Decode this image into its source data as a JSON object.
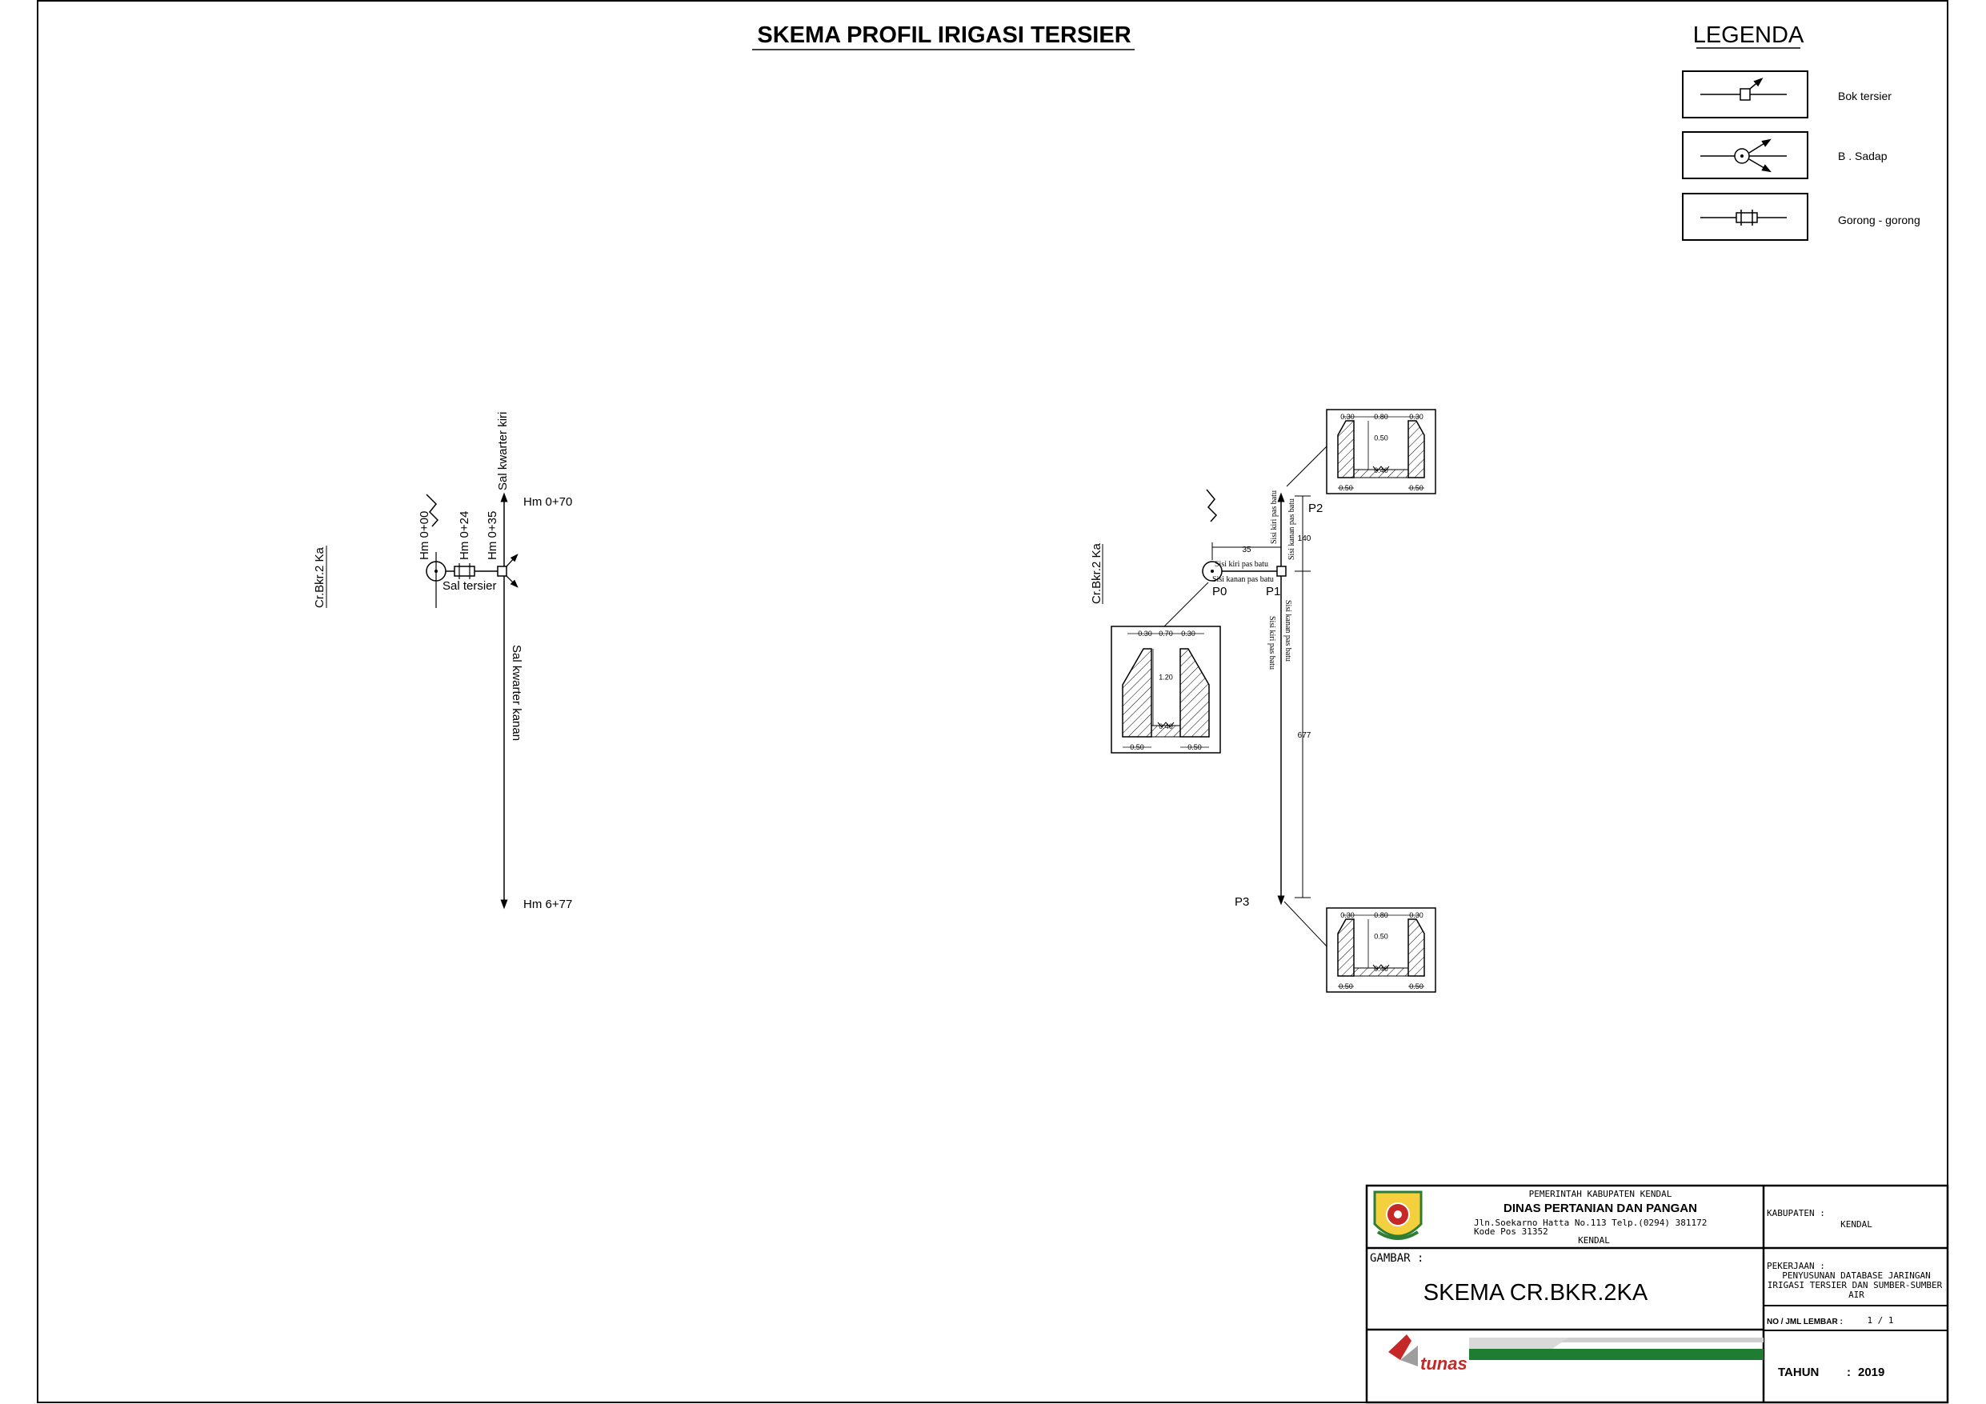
{
  "title": "SKEMA PROFIL IRIGASI TERSIER",
  "legend": {
    "heading": "LEGENDA",
    "items": [
      {
        "label": "Bok tersier",
        "icon": "bok-tersier-icon"
      },
      {
        "label": "B . Sadap",
        "icon": "b-sadap-icon"
      },
      {
        "label": "Gorong - gorong",
        "icon": "gorong-icon"
      }
    ]
  },
  "left_schema": {
    "channel": "Cr.Bkr.2 Ka",
    "sal_tersier": "Sal tersier",
    "sal_kwarter_kiri": "Sal kwarter kiri",
    "sal_kwarter_kanan": "Sal kwarter kanan",
    "hm": [
      "Hm 0+00",
      "Hm 0+24",
      "Hm 0+35"
    ],
    "hm_top": "Hm 0+70",
    "hm_bottom": "Hm 6+77"
  },
  "right_schema": {
    "channel": "Cr.Bkr.2 Ka",
    "points": [
      "P0",
      "P1",
      "P2",
      "P3"
    ],
    "dim_35": "35",
    "dim_140": "140",
    "dim_677": "677",
    "notes": {
      "kiri_batu_1": "Sisi kiri pas batu",
      "kanan_batu_1": "Sisi kanan pas batu",
      "kiri_batu_v": "Sisi kiri pas batu",
      "kanan_batu_v": "Sisi kanan pas batu",
      "kanan_batu_v2": "Sisi kanan pas batu",
      "kiri_batu_v2": "Sisi kiri pas batu"
    },
    "sections": {
      "top": {
        "w_left": "0.30",
        "w_mid": "0.80",
        "w_right": "0.30",
        "h1": "0.50",
        "h2": "0.40",
        "b_left": "0.50",
        "b_right": "0.50"
      },
      "left": {
        "w_left": "0.30",
        "w_mid": "0.70",
        "w_right": "0.30",
        "h1": "1.20",
        "h2": "0.40",
        "b_left": "0.50",
        "b_right": "0.50"
      },
      "bottom": {
        "w_left": "0.30",
        "w_mid": "0.80",
        "w_right": "0.30",
        "h1": "0.50",
        "h2": "0.40",
        "b_left": "0.50",
        "b_right": "0.50"
      }
    }
  },
  "title_block": {
    "org_line1": "PEMERINTAH KABUPATEN KENDAL",
    "org_line2": "DINAS PERTANIAN DAN PANGAN",
    "org_line3": "Jln.Soekarno Hatta No.113 Telp.(0294) 381172",
    "org_line4": "Kode Pos 31352",
    "org_line5": "KENDAL",
    "gambar_label": "GAMBAR :",
    "gambar_value": "SKEMA CR.BKR.2KA",
    "kabupaten_label": "KABUPATEN :",
    "kabupaten_value": "KENDAL",
    "pekerjaan_label": "PEKERJAAN :",
    "pekerjaan_l1": "PENYUSUNAN DATABASE JARINGAN",
    "pekerjaan_l2": "IRIGASI TERSIER DAN SUMBER-SUMBER",
    "pekerjaan_l3": "AIR",
    "lembar_label": "NO / JML LEMBAR :",
    "lembar_value": "1 / 1",
    "tahun_label": "TAHUN",
    "tahun_sep": ":",
    "tahun_value": "2019",
    "logo_text": "tunas"
  },
  "colors": {
    "ink": "#000000",
    "green": "#1e7d32",
    "logo_red": "#c62828"
  }
}
